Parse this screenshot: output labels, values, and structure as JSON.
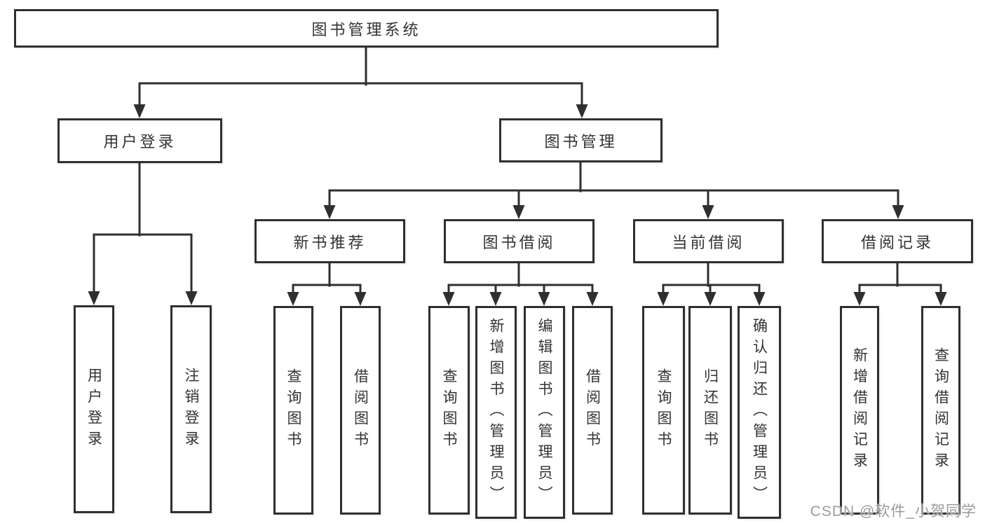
{
  "diagram": {
    "type": "hierarchy-diagram",
    "root": "图书管理系统",
    "level2": [
      "用户登录",
      "图书管理"
    ],
    "level3": [
      "新书推荐",
      "图书借阅",
      "当前借阅",
      "借阅记录"
    ],
    "user_login_children": [
      "用户登录",
      "注销登录"
    ],
    "new_book_children": [
      "查询图书",
      "借阅图书"
    ],
    "book_borrow_children": [
      "查询图书",
      "新增图书（管理员）",
      "编辑图书（管理员）",
      "借阅图书"
    ],
    "current_borrow_children": [
      "查询图书",
      "归还图书",
      "确认归还（管理员）"
    ],
    "borrow_record_children": [
      "新增借阅记录",
      "查询借阅记录"
    ],
    "colors": {
      "line": "#2f2f2f",
      "text": "#333333",
      "watermark": "#9b9b9b",
      "background": "#ffffff"
    }
  },
  "watermark": "CSDN @软件_小贺同学"
}
